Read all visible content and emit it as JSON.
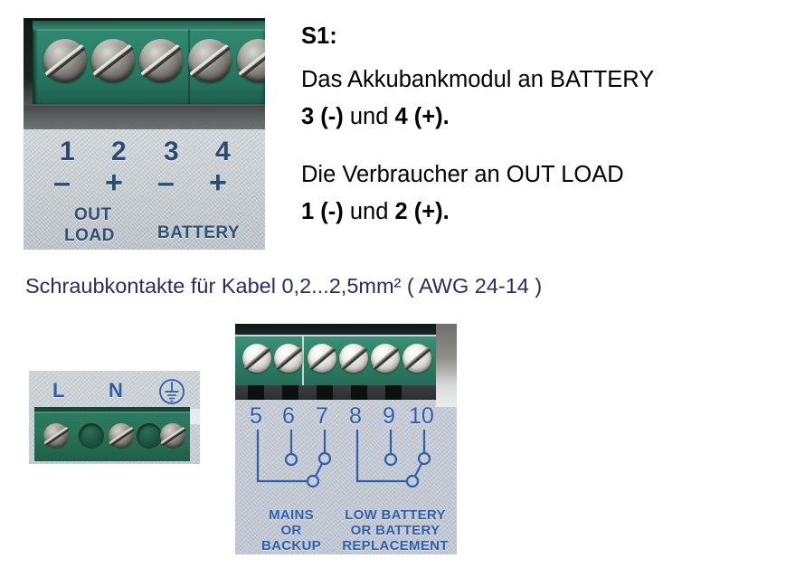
{
  "photo_terminals_1_4": {
    "pins": [
      {
        "number": "1",
        "symbol": "–"
      },
      {
        "number": "2",
        "symbol": "+"
      },
      {
        "number": "3",
        "symbol": "–"
      },
      {
        "number": "4",
        "symbol": "+"
      }
    ],
    "group_labels": {
      "out": "OUT",
      "load": "LOAD",
      "battery": "BATTERY"
    }
  },
  "instructions": {
    "heading": "S1:",
    "paragraph_1": {
      "line_1": "Das Akkubankmodul an BATTERY",
      "line_2_bold_a": "3 (-)",
      "line_2_plain": " und ",
      "line_2_bold_b": "4 (+)."
    },
    "paragraph_2": {
      "line_1": "Die Verbraucher an OUT LOAD",
      "line_2_bold_a": "1 (-)",
      "line_2_plain": " und ",
      "line_2_bold_b": "2 (+)."
    }
  },
  "caption": {
    "wire_spec": "Schraubkontakte für Kabel 0,2...2,5mm²  ( AWG 24-14 )"
  },
  "photo_mains_input": {
    "markings": [
      {
        "label": "L"
      },
      {
        "label": "N"
      }
    ],
    "earth_symbol_name": "protective-earth-ground"
  },
  "photo_relay_contacts": {
    "numbers": [
      "5",
      "6",
      "7",
      "8",
      "9",
      "10"
    ],
    "group_1_caption": "MAINS\nOR\nBACKUP",
    "group_1_caption_lines": [
      "MAINS",
      "OR",
      "BACKUP"
    ],
    "group_2_caption_lines": [
      "LOW BATTERY",
      "OR BATTERY",
      "REPLACEMENT"
    ]
  },
  "colors": {
    "connector_green": "#2d8068",
    "label_blue": "#2f5fa8",
    "pin_blue": "#2c4b72",
    "caption_navy": "#2b2b63",
    "plate_silver": "#c4cbcf",
    "text_black": "#000000"
  }
}
